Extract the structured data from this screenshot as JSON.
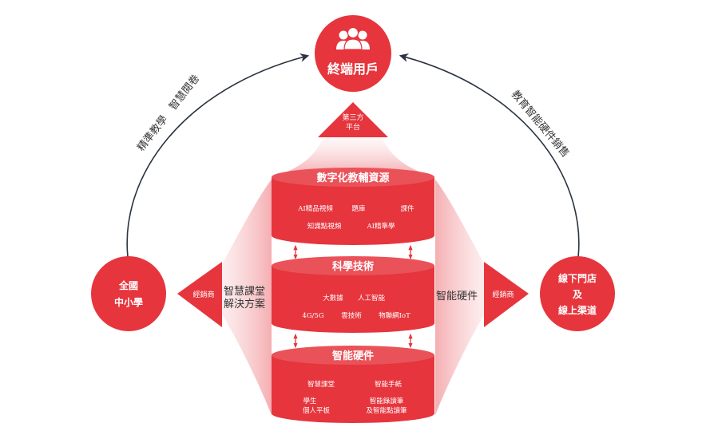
{
  "top_node": {
    "label": "終端用戶",
    "icon": "users-icon"
  },
  "left_node": {
    "line1": "全國",
    "line2": "中小學"
  },
  "right_node": {
    "line1": "線下門店",
    "line2": "及",
    "line3": "線上渠道"
  },
  "arc_labels": {
    "left": "精準教學　智慧閱卷",
    "right": "教育智能硬件銷售"
  },
  "top_arrow": {
    "line1": "第三方",
    "line2": "平台"
  },
  "left_arrow": "經銷商",
  "right_arrow": "經銷商",
  "side_labels": {
    "left_line1": "智慧課堂",
    "left_line2": "解決方案",
    "right": "智能硬件"
  },
  "cylinders": [
    {
      "title": "數字化教輔資源",
      "items": [
        "AI精品視頻",
        "題庫",
        "課件",
        "知識點視頻",
        "AI精準學"
      ]
    },
    {
      "title": "科學技術",
      "items": [
        "大數據",
        "人工智能",
        "4G/5G",
        "雲技術",
        "物聯網IoT"
      ]
    },
    {
      "title": "智能硬件",
      "items": [
        "智慧課堂",
        "智能手紙",
        "學生",
        "個人平板",
        "智能錄讀筆",
        "及智能點讀筆"
      ]
    }
  ],
  "colors": {
    "primary": "#e6353d",
    "glow": "#f7c4c6",
    "arc": "#2a3340",
    "text": "#333333"
  }
}
